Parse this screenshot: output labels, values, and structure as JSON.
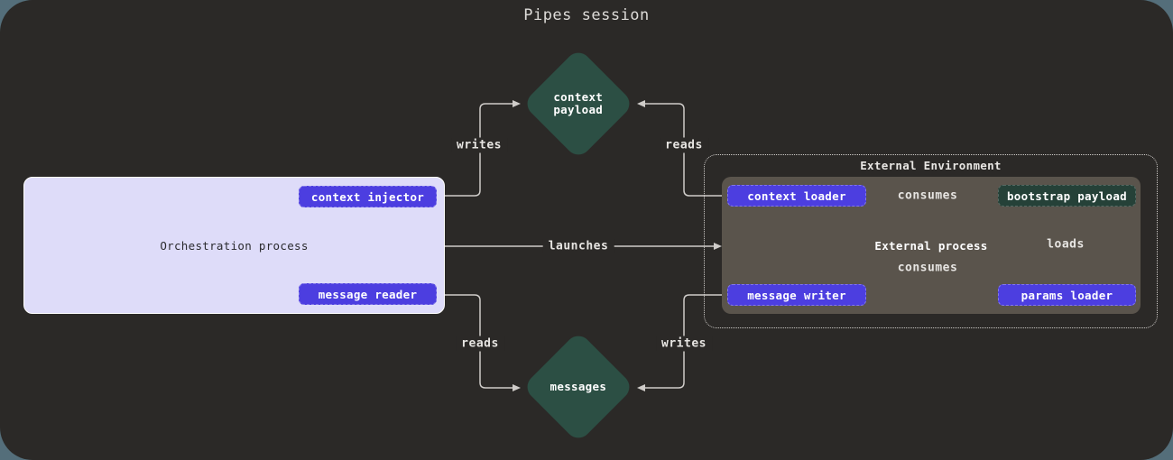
{
  "title": "Pipes session",
  "colors": {
    "page_bg": "#546E7A",
    "canvas_bg": "#2B2927",
    "accent_purple": "#4C3EE0",
    "diamond_green": "#2C4F44",
    "asset_green": "#254138",
    "orchestration_bg": "#DEDCF9",
    "external_process_bg": "#5A544C",
    "line": "#CFCCC9"
  },
  "nodes": {
    "context_payload": "context payload",
    "messages": "messages",
    "orchestration_process": "Orchestration process",
    "context_injector": "context injector",
    "message_reader": "message reader",
    "external_environment": "External Environment",
    "external_process": "External process",
    "context_loader": "context loader",
    "bootstrap_payload": "bootstrap payload",
    "message_writer": "message writer",
    "params_loader": "params loader"
  },
  "edges": [
    {
      "from": "context_injector",
      "to": "context_payload",
      "label": "writes"
    },
    {
      "from": "context_loader",
      "to": "context_payload",
      "label": "reads"
    },
    {
      "from": "orchestration_process",
      "to": "external_process",
      "label": "launches"
    },
    {
      "from": "context_loader",
      "to": "bootstrap_payload",
      "label": "consumes"
    },
    {
      "from": "message_writer",
      "to": "bootstrap_payload",
      "label": "consumes"
    },
    {
      "from": "params_loader",
      "to": "bootstrap_payload",
      "label": "loads"
    },
    {
      "from": "message_reader",
      "to": "messages",
      "label": "reads"
    },
    {
      "from": "message_writer",
      "to": "messages",
      "label": "writes"
    }
  ]
}
